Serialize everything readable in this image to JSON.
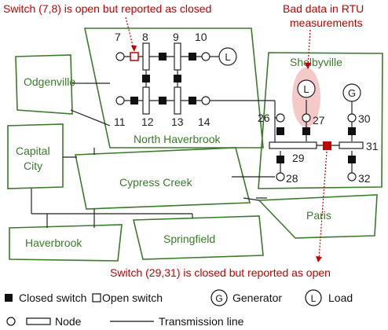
{
  "annotations": {
    "switch_open_reported_closed": "Switch (7,8) is open but reported as closed",
    "bad_data_line1": "Bad data in RTU",
    "bad_data_line2": "measurements",
    "switch_closed_reported_open": "Switch (29,31) is closed but reported as open"
  },
  "regions": {
    "odgenville": "Odgenville",
    "north_haverbrook": "North Haverbrook",
    "shelbyville": "Shelbyville",
    "capital_city_line1": "Capital",
    "capital_city_line2": "City",
    "cypress_creek": "Cypress Creek",
    "paris": "Paris",
    "haverbrook": "Haverbrook",
    "springfield": "Springfield"
  },
  "nodes": {
    "n7": "7",
    "n8": "8",
    "n9": "9",
    "n10": "10",
    "n11": "11",
    "n12": "12",
    "n13": "13",
    "n14": "14",
    "n26": "26",
    "n27": "27",
    "n28": "28",
    "n29": "29",
    "n30": "30",
    "n31": "31",
    "n32": "32"
  },
  "symbols": {
    "load": "L",
    "generator": "G"
  },
  "legend": {
    "closed_switch": "Closed switch",
    "open_switch": "Open switch",
    "generator_symbol": "G",
    "generator": "Generator",
    "load_symbol": "L",
    "load": "Load",
    "node": "Node",
    "transmission_line": "Transmission line"
  },
  "colors": {
    "region_border": "#3a7a2a",
    "alert_red": "#c00000",
    "highlight_pink": "#f4c0c0"
  }
}
